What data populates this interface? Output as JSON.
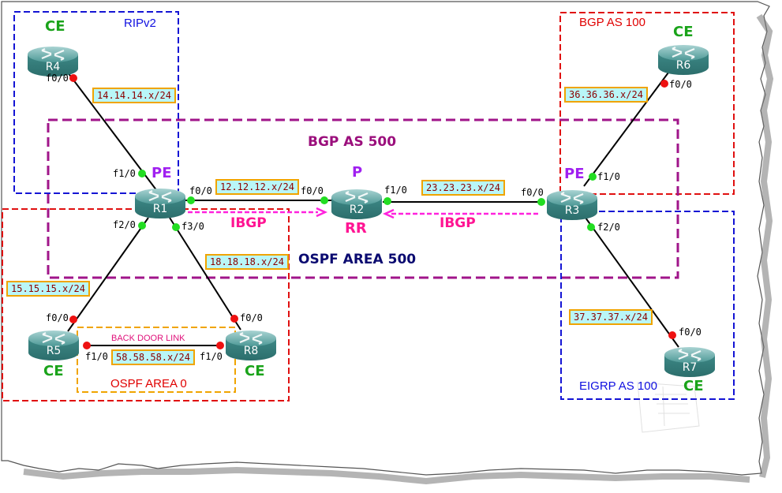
{
  "diagram": {
    "regions": {
      "ripv2": "RIPv2",
      "bgp_as_100": "BGP AS 100",
      "bgp_as_500": "BGP AS 500",
      "ospf_area_500": "OSPF AREA 500",
      "ospf_area_0": "OSPF AREA 0",
      "eigrp_as_100": "EIGRP AS 100"
    },
    "routers": {
      "r1": {
        "name": "R1",
        "role": "PE"
      },
      "r2": {
        "name": "R2",
        "role_top": "P",
        "role_bottom": "RR"
      },
      "r3": {
        "name": "R3",
        "role": "PE"
      },
      "r4": {
        "name": "R4",
        "role": "CE"
      },
      "r5": {
        "name": "R5",
        "role": "CE"
      },
      "r6": {
        "name": "R6",
        "role": "CE"
      },
      "r7": {
        "name": "R7",
        "role": "CE"
      },
      "r8": {
        "name": "R8",
        "role": "CE"
      }
    },
    "links": {
      "r1_r4": {
        "subnet": "14.14.14.x/24",
        "r1_if": "f1/0",
        "r4_if": "f0/0"
      },
      "r1_r2": {
        "subnet": "12.12.12.x/24",
        "r1_if": "f0/0",
        "r2_if": "f0/0"
      },
      "r2_r3": {
        "subnet": "23.23.23.x/24",
        "r2_if": "f1/0",
        "r3_if": "f0/0"
      },
      "r1_r5": {
        "subnet": "15.15.15.x/24",
        "r1_if": "f2/0",
        "r5_if": "f0/0"
      },
      "r1_r8": {
        "subnet": "18.18.18.x/24",
        "r1_if": "f3/0",
        "r8_if": "f0/0"
      },
      "r5_r8": {
        "subnet": "58.58.58.x/24",
        "r5_if": "f1/0",
        "r8_if": "f1/0",
        "label": "BACK DOOR LINK"
      },
      "r3_r6": {
        "subnet": "36.36.36.x/24",
        "r3_if": "f1/0",
        "r6_if": "f0/0"
      },
      "r3_r7": {
        "subnet": "37.37.37.x/24",
        "r3_if": "f2/0",
        "r7_if": "f0/0"
      }
    },
    "sessions": {
      "ibgp_r1_r2": "IBGP",
      "ibgp_r3_r2": "IBGP"
    },
    "colors": {
      "up_port": "#22dd22",
      "down_port": "#ee1111",
      "router_body": "#3f8a88",
      "rip_border": "#1414d4",
      "bgp100_border": "#e01010",
      "bgp500_border": "#a0158a",
      "ospf0_border": "#f0a400",
      "eigrp_border": "#1414d4"
    }
  }
}
